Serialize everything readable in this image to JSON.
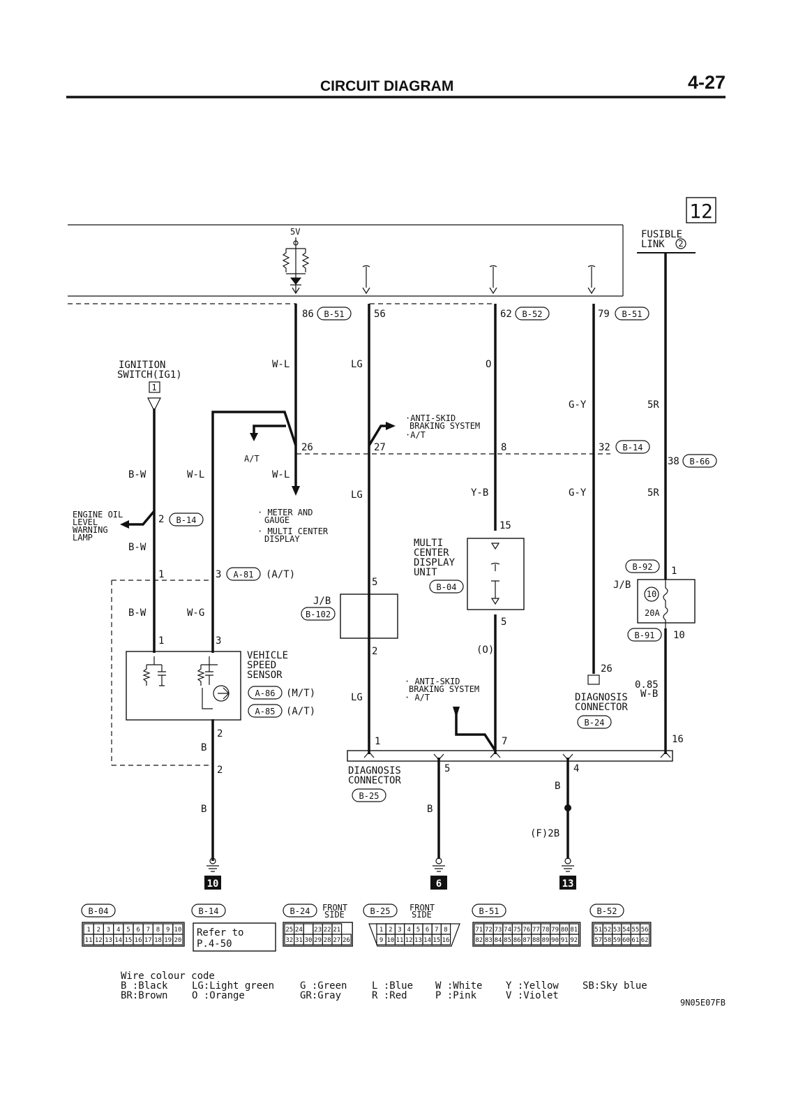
{
  "header": {
    "title": "CIRCUIT DIAGRAM",
    "page_number": "4-27",
    "section_badge": "12"
  },
  "labels": {
    "v5": "5V",
    "fusible_link_1": "FUSIBLE",
    "fusible_link_2": "LINK",
    "fusible_link_num": "2",
    "pin86": "86",
    "conn_b51_a": "B-51",
    "pin56": "56",
    "pin62": "62",
    "conn_b52_a": "B-52",
    "pin79": "79",
    "conn_b51_b": "B-51",
    "ign_1": "IGNITION",
    "ign_2": "SWITCH(IG1)",
    "ign_pin": "1",
    "wire_wl_top": "W-L",
    "wire_lg_top": "LG",
    "wire_o_top": "O",
    "wire_gy_top": "G-Y",
    "wire_5r_top": "5R",
    "anti_skid_1": "·ANTI-SKID",
    "anti_skid_2": "BRAKING SYSTEM",
    "anti_skid_3": "·A/T",
    "at_label": "A/T",
    "pin26": "26",
    "pin27": "27",
    "pin8": "8",
    "pin32": "32",
    "conn_b14_a": "B-14",
    "pin38": "38",
    "conn_b66": "B-66",
    "wire_bw_1": "B-W",
    "wire_wl_mid": "W-L",
    "wire_wl_mid2": "W-L",
    "wire_lg_mid": "LG",
    "wire_yb": "Y-B",
    "wire_gy_mid": "G-Y",
    "wire_5r_mid": "5R",
    "eng_oil_1": "ENGINE OIL",
    "eng_oil_2": "LEVEL",
    "eng_oil_3": "WARNING",
    "eng_oil_4": "LAMP",
    "pin2_b14": "2",
    "conn_b14_b": "B-14",
    "meter_1": "· METER AND",
    "meter_2": "GAUGE",
    "meter_3": "· MULTI CENTER",
    "meter_4": "DISPLAY",
    "pin15": "15",
    "mcdu_1": "MULTI",
    "mcdu_2": "CENTER",
    "mcdu_3": "DISPLAY",
    "mcdu_4": "UNIT",
    "conn_b04_a": "B-04",
    "wire_bw_2": "B-W",
    "pin1_a": "1",
    "pin3_a81": "3",
    "conn_a81": "A-81",
    "at_paren": "(A/T)",
    "pin5_jb": "5",
    "jb_left": "J/B",
    "conn_b102": "B-102",
    "conn_b92": "B-92",
    "pin1_b92": "1",
    "jb_right": "J/B",
    "fuse_num": "10",
    "fuse_amp": "20A",
    "conn_b91": "B-91",
    "pin10": "10",
    "pin5_mcdu": "5",
    "wire_bw_3": "B-W",
    "wire_wg": "W-G",
    "pin1_vss": "1",
    "pin3_vss": "3",
    "pin2_jb": "2",
    "vss_1": "VEHICLE",
    "vss_2": "SPEED",
    "vss_3": "SENSOR",
    "conn_a86": "A-86",
    "mt_paren": "(M/T)",
    "conn_a85": "A-85",
    "at_paren2": "(A/T)",
    "wire_o_paren": "(O)",
    "pin26_diag": "26",
    "wire_085": "0.85",
    "wire_wb": "W-B",
    "diag24_1": "DIAGNOSIS",
    "diag24_2": "CONNECTOR",
    "conn_b24_a": "B-24",
    "anti_skid_4": "· ANTI-SKID",
    "anti_skid_5": "BRAKING SYSTEM",
    "anti_skid_6": "· A/T",
    "wire_lg_low": "LG",
    "pin2_vss_b": "2",
    "wire_b_1": "B",
    "pin1_diag": "1",
    "pin7_diag": "7",
    "pin16_diag": "16",
    "pin2_gnd": "2",
    "diag25_1": "DIAGNOSIS",
    "diag25_2": "CONNECTOR",
    "conn_b25_a": "B-25",
    "pin5_diag": "5",
    "pin4_diag": "4",
    "wire_b_4": "B",
    "wire_b_2": "B",
    "wire_b_3": "B",
    "wire_f2b": "(F)2B",
    "gnd_10": "10",
    "gnd_6": "6",
    "gnd_13": "13"
  },
  "connectors": {
    "b04": {
      "label": "B-04",
      "row1": [
        "1",
        "2",
        "3",
        "4",
        "5",
        "6",
        "7",
        "8",
        "9",
        "10"
      ],
      "row2": [
        "11",
        "12",
        "13",
        "14",
        "15",
        "16",
        "17",
        "18",
        "19",
        "20"
      ]
    },
    "b14": {
      "label": "B-14",
      "refer_1": "Refer to",
      "refer_2": "P.4-50"
    },
    "b24": {
      "label": "B-24",
      "side_1": "FRONT",
      "side_2": "SIDE",
      "row1": [
        "25",
        "24",
        "",
        "23",
        "22",
        "21"
      ],
      "row2": [
        "32",
        "31",
        "30",
        "29",
        "28",
        "27",
        "26"
      ]
    },
    "b25": {
      "label": "B-25",
      "side_1": "FRONT",
      "side_2": "SIDE",
      "row1": [
        "1",
        "2",
        "3",
        "4",
        "5",
        "6",
        "7",
        "8"
      ],
      "row2": [
        "9",
        "10",
        "11",
        "12",
        "13",
        "14",
        "15",
        "16"
      ]
    },
    "b51": {
      "label": "B-51",
      "row1": [
        "71",
        "72",
        "73",
        "74",
        "75",
        "76",
        "77",
        "78",
        "79",
        "80",
        "81"
      ],
      "row2": [
        "82",
        "83",
        "84",
        "85",
        "86",
        "87",
        "88",
        "89",
        "90",
        "91",
        "92"
      ]
    },
    "b52": {
      "label": "B-52",
      "row1": [
        "51",
        "52",
        "53",
        "54",
        "55",
        "56"
      ],
      "row2": [
        "57",
        "58",
        "59",
        "60",
        "61",
        "62"
      ]
    }
  },
  "wire_colour_code": {
    "title": "Wire colour code",
    "col1a": "B :Black",
    "col1b": "BR:Brown",
    "col2a": "LG:Light green",
    "col2b": "O :Orange",
    "col3a": "G :Green",
    "col3b": "GR:Gray",
    "col4a": "L :Blue",
    "col4b": "R :Red",
    "col5a": "W :White",
    "col5b": "P :Pink",
    "col6a": "Y :Yellow",
    "col6b": "V :Violet",
    "col7a": "SB:Sky blue"
  },
  "footer": {
    "doc_code": "9N05E07FB"
  }
}
